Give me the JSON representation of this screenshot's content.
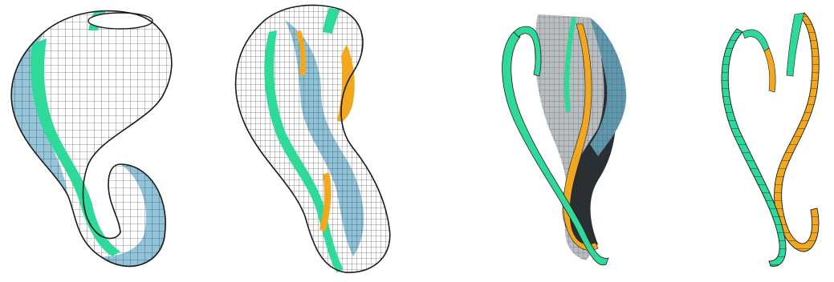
{
  "figure": {
    "panels": [
      {
        "id": "klein-bottle",
        "label": ""
      },
      {
        "id": "klein-bottle-cut",
        "label": ""
      },
      {
        "id": "twisted-strips",
        "label": ""
      },
      {
        "id": "mobius-strips",
        "label": ""
      }
    ],
    "colors": {
      "surface_white": "#ffffff",
      "surface_blue": "#8fc3da",
      "surface_teal": "#5f98ad",
      "strip_green": "#2fd99a",
      "strip_orange": "#f2a81e",
      "dark_band": "#2a2f33",
      "mesh": "#2b2b2b"
    }
  }
}
